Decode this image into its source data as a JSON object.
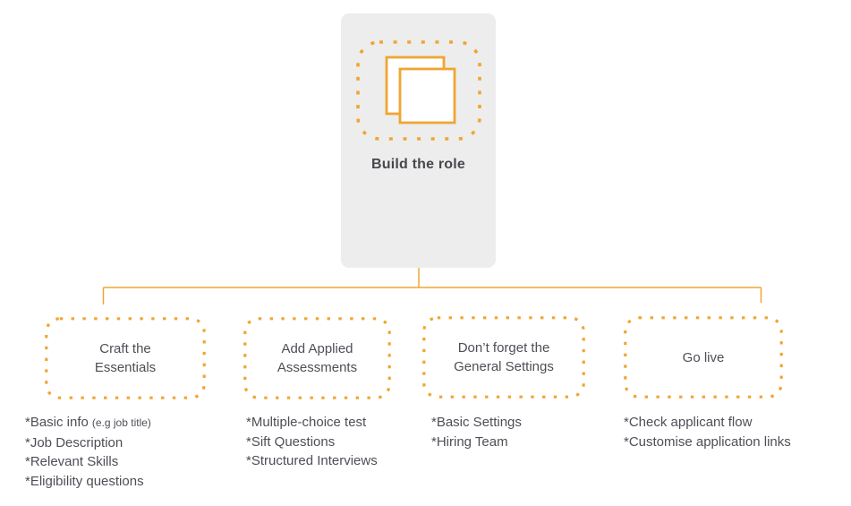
{
  "colors": {
    "accent": "#F0A532",
    "node_background": "#EDEDED",
    "text": "#4D4F56"
  },
  "root": {
    "label": "Build the role",
    "icon": "overlapping-squares-icon"
  },
  "columns": [
    {
      "title": "Craft the Essentials",
      "items": [
        {
          "text": "*Basic info",
          "note": "(e.g job title)"
        },
        {
          "text": "*Job Description"
        },
        {
          "text": "*Relevant Skills"
        },
        {
          "text": "*Eligibility questions"
        }
      ]
    },
    {
      "title": "Add Applied Assessments",
      "items": [
        {
          "text": "*Multiple-choice test"
        },
        {
          "text": "*Sift Questions"
        },
        {
          "text": "*Structured Interviews"
        }
      ]
    },
    {
      "title": "Don’t forget the General Settings",
      "items": [
        {
          "text": "*Basic Settings"
        },
        {
          "text": "*Hiring Team"
        }
      ]
    },
    {
      "title": "Go live",
      "items": [
        {
          "text": "*Check applicant flow"
        },
        {
          "text": "*Customise application links"
        }
      ]
    }
  ]
}
